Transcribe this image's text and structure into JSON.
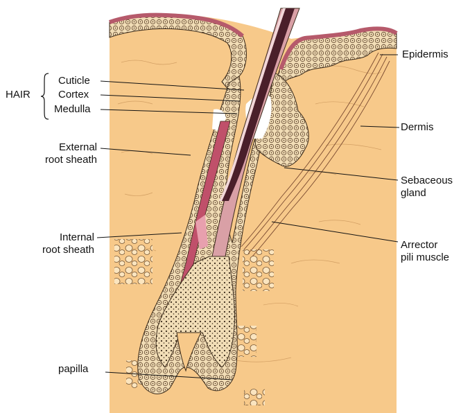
{
  "labels": {
    "hair": "HAIR",
    "cuticle": "Cuticle",
    "cortex": "Cortex",
    "medulla": "Medulla",
    "external_1": "External",
    "external_2": "root sheath",
    "internal_1": "Internal",
    "internal_2": "root sheath",
    "papilla": "papilla",
    "epidermis": "Epidermis",
    "dermis": "Dermis",
    "sebaceous_1": "Sebaceous",
    "sebaceous_2": "gland",
    "arrector_1": "Arrector",
    "arrector_2": "pili muscle"
  },
  "colors": {
    "dermis": "#f7c98a",
    "epidermis": "#b65a6b",
    "cells": "#f1ddb6",
    "outline": "#3a2a1a",
    "hair_shaft": "#4a1f2a",
    "root_sheath": "#c0506a",
    "leader_line": "#111111"
  }
}
